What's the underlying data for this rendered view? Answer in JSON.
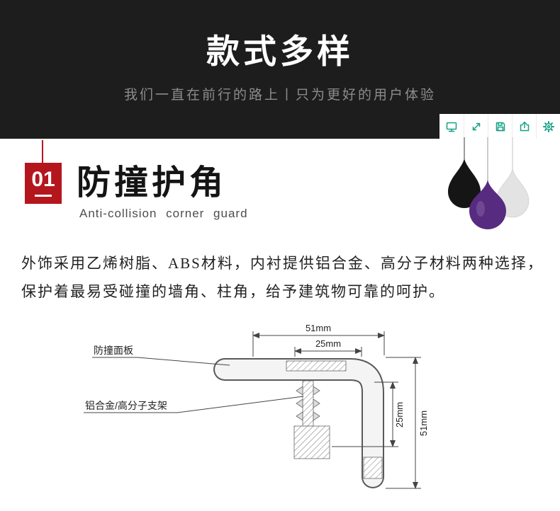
{
  "header": {
    "title": "款式多样",
    "subtitle": "我们一直在前行的路上丨只为更好的用户体验",
    "toolbar_icons": [
      "display",
      "fullscreen",
      "save",
      "export",
      "settings"
    ]
  },
  "section": {
    "number": "01",
    "title": "防撞护角",
    "subtitle_en": "Anti-collision corner guard"
  },
  "paragraph": "外饰采用乙烯树脂、ABS材料，内衬提供铝合金、高分子材料两种选择，保护着最易受碰撞的墙角、柱角，给予建筑物可靠的呵护。",
  "diagram": {
    "labels": {
      "panel": "防撞面板",
      "bracket": "铝合金/高分子支架"
    },
    "dimensions": {
      "top_width": "51mm",
      "top_inset": "25mm",
      "side_inset": "25mm",
      "side_height": "51mm"
    }
  },
  "colors": {
    "header_bg": "#1d1d1d",
    "accent_red": "#b5161d",
    "accent_teal": "#16a085",
    "subtitle_gray": "#8c8c8c"
  }
}
